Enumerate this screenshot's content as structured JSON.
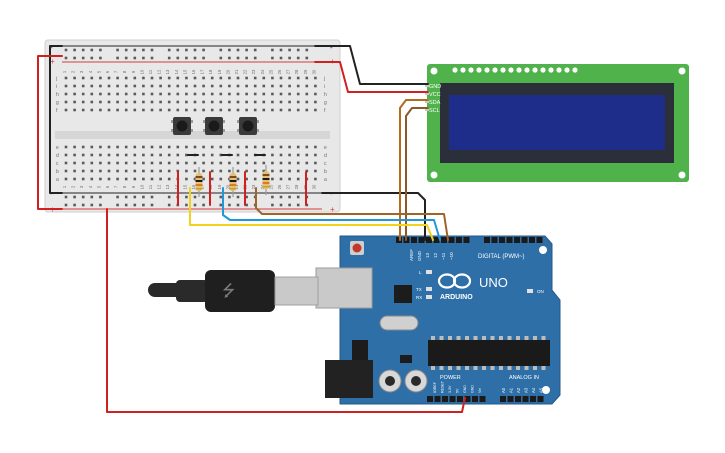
{
  "colors": {
    "background": "#ffffff",
    "breadboard": "#e8e8e8",
    "breadboard_channel": "#d6d6d6",
    "hole": "#5a5a5a",
    "rail_red": "#d43b3b",
    "rail_black": "#222222",
    "lcd_pcb": "#4fb24a",
    "lcd_screen": "#1e2c8a",
    "lcd_bezel": "#2a2f3a",
    "arduino_pcb": "#2e6fa8",
    "arduino_dark": "#1f4f7e",
    "wire_black": "#222222",
    "wire_red": "#d02020",
    "wire_yellow": "#f2d21b",
    "wire_blue": "#2196d8",
    "wire_brown": "#a0632a",
    "usb_cable": "#2a2a2a",
    "usb_plug": "#c9c9c9"
  },
  "breadboard": {
    "col_numbers_top": [
      "1",
      "2",
      "3",
      "4",
      "5",
      "6",
      "7",
      "8",
      "9",
      "10",
      "11",
      "12",
      "13",
      "14",
      "15",
      "16",
      "17",
      "18",
      "19",
      "20",
      "21",
      "22",
      "23",
      "24",
      "25",
      "26",
      "27",
      "28",
      "29",
      "30"
    ],
    "row_letters_top": [
      "j",
      "i",
      "h",
      "g",
      "f"
    ],
    "row_letters_bottom": [
      "e",
      "d",
      "c",
      "b",
      "a"
    ],
    "rail_plus": "+",
    "rail_minus": "-"
  },
  "lcd": {
    "pin_labels": [
      "GND",
      "VCC",
      "SDA",
      "SCL"
    ]
  },
  "arduino": {
    "logo_text": "ARDUINO",
    "model": "UNO",
    "digital_label": "DIGITAL (PWM~)",
    "aref_label": "AREF",
    "gnd_label": "GND",
    "pin_13": "13",
    "pin_12": "12",
    "pin_11": "~11",
    "pin_10": "~10",
    "on_label": "ON",
    "tx_label": "TX",
    "rx_label": "RX",
    "l_label": "L",
    "power_label": "POWER",
    "analog_label": "ANALOG IN",
    "power_pins": [
      "IOREF",
      "RESET",
      "3.3V",
      "5V",
      "GND",
      "GND",
      "Vin"
    ],
    "analog_pins": [
      "A0",
      "A1",
      "A2",
      "A3",
      "A4",
      "A5"
    ]
  },
  "components": {
    "buttons": [
      "button-1",
      "button-2",
      "button-3"
    ],
    "resistors": [
      "resistor-1",
      "resistor-2",
      "resistor-3"
    ]
  }
}
